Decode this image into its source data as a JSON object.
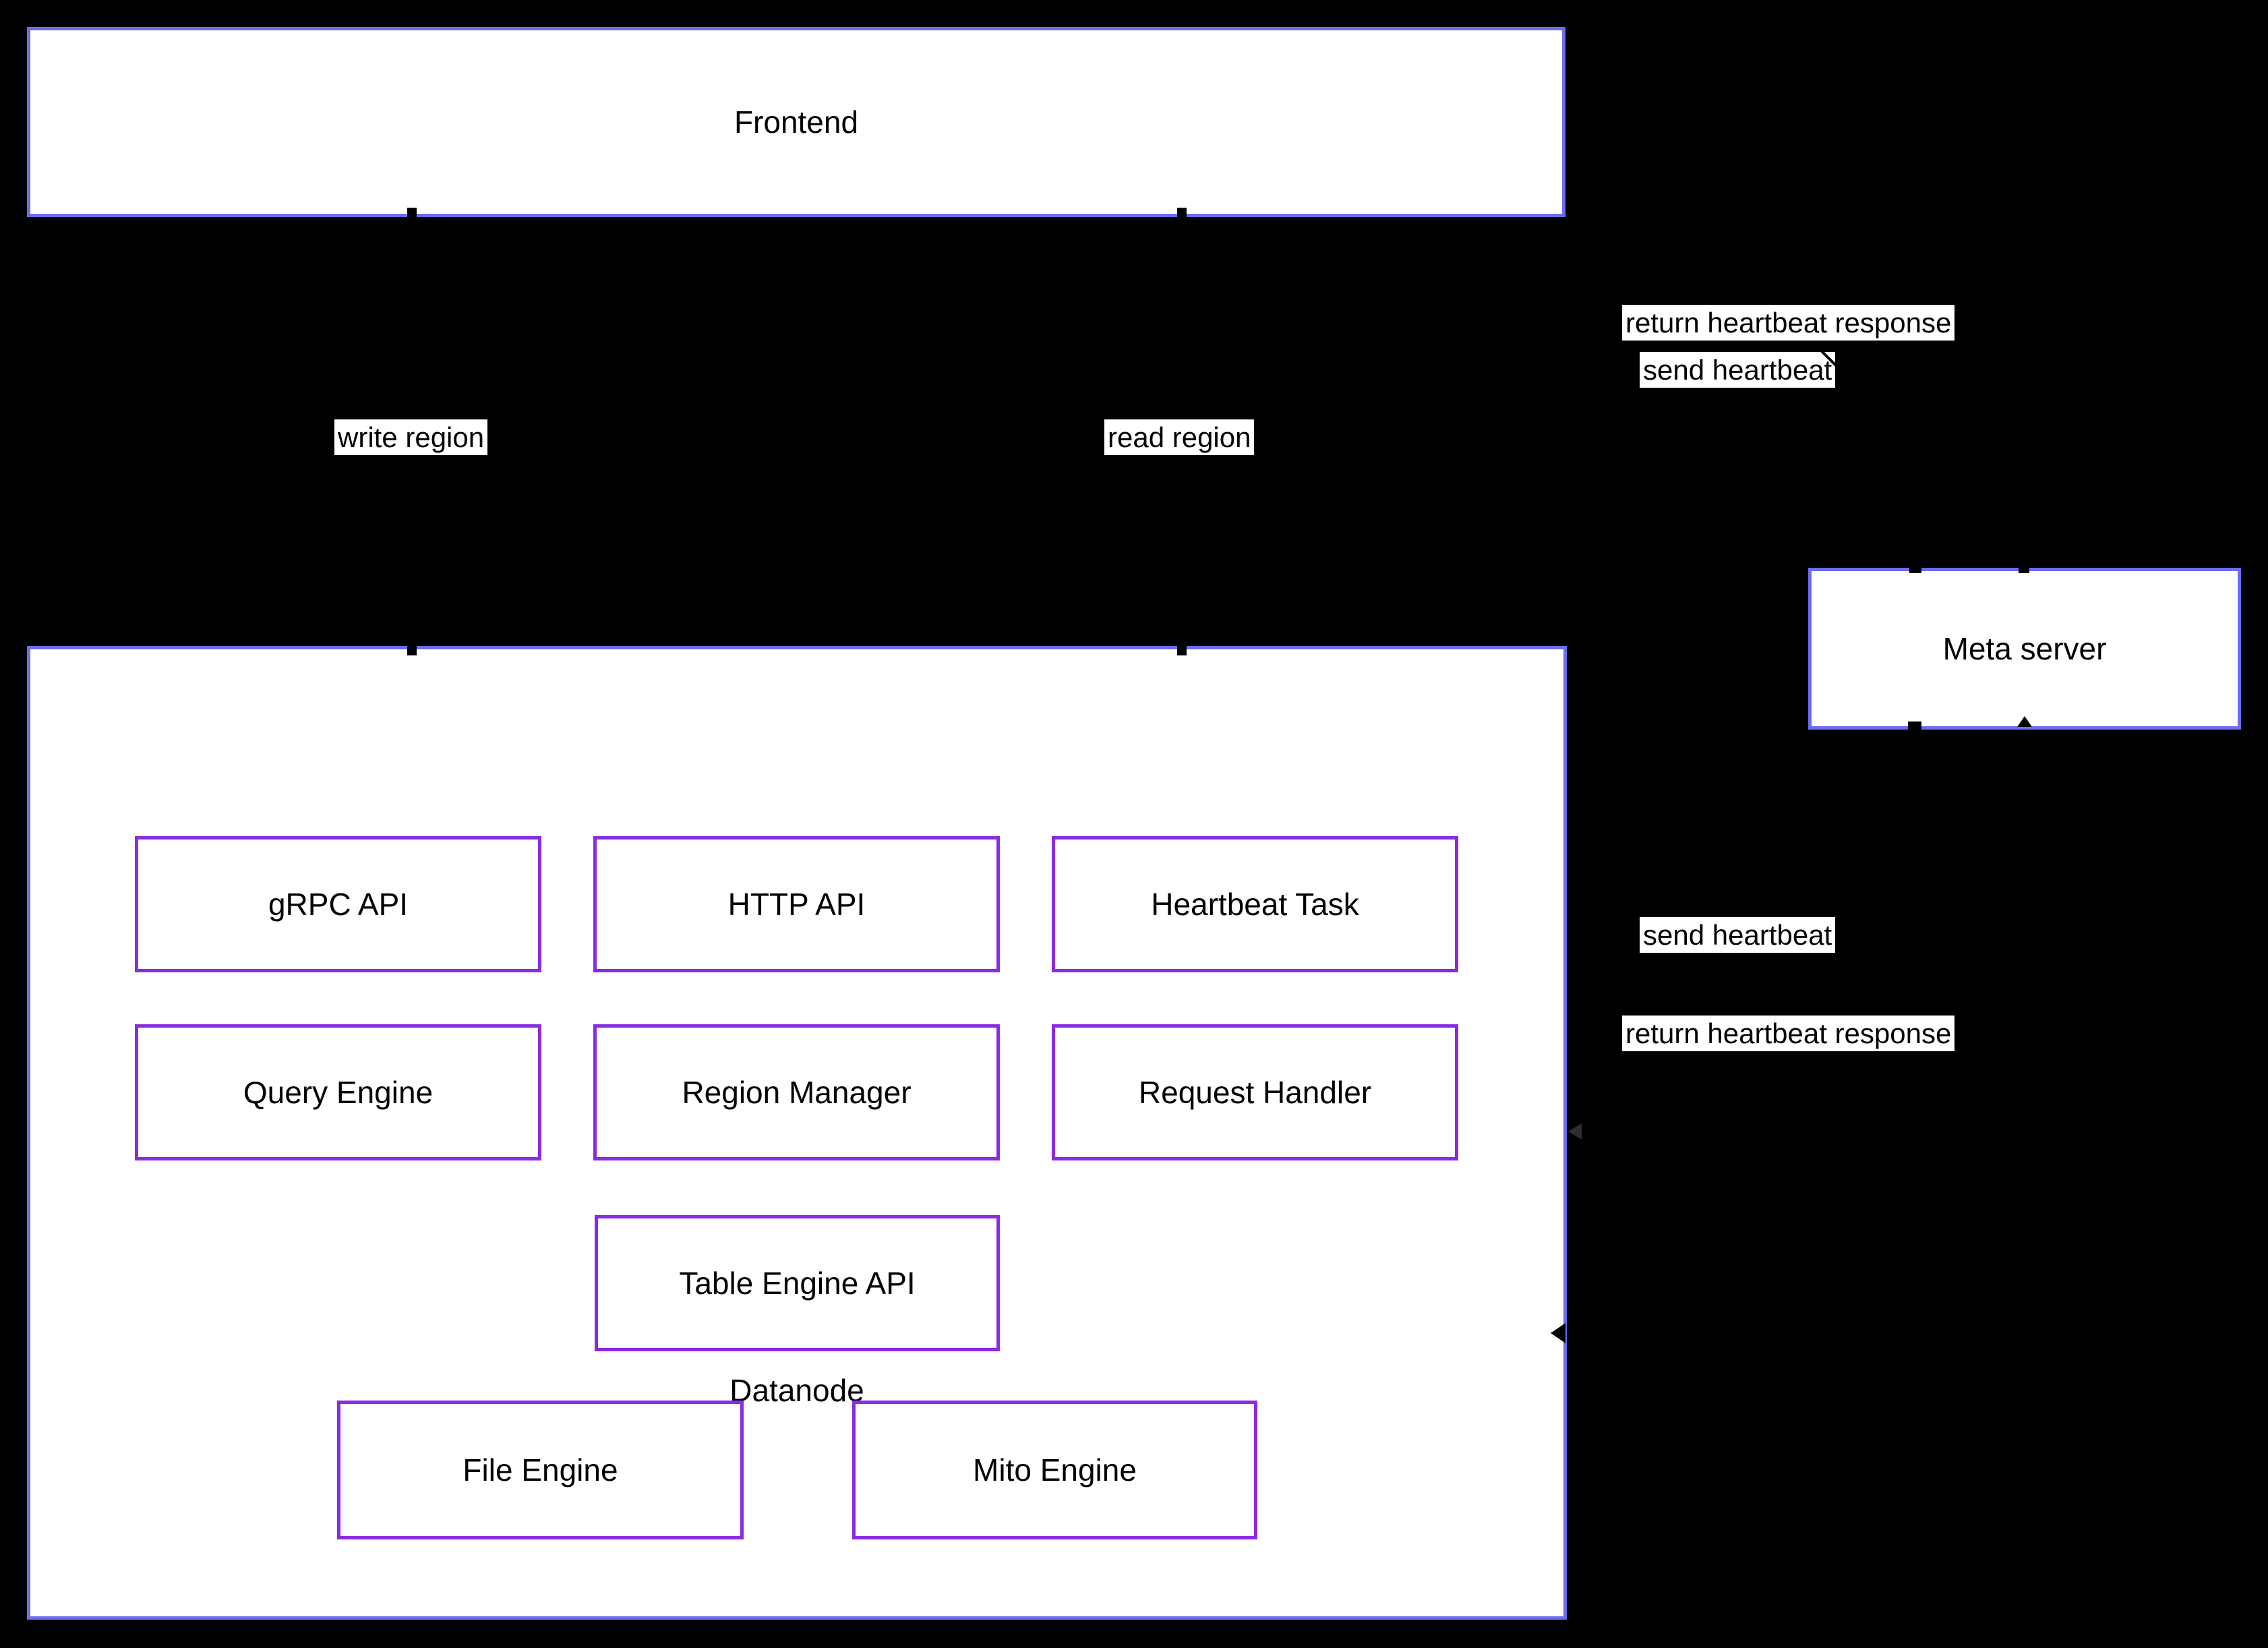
{
  "diagram": {
    "frontend": {
      "label": "Frontend"
    },
    "datanode": {
      "label": "Datanode",
      "components": [
        {
          "id": "grpc-api",
          "label": "gRPC API"
        },
        {
          "id": "http-api",
          "label": "HTTP API"
        },
        {
          "id": "heartbeat-task",
          "label": "Heartbeat Task"
        },
        {
          "id": "query-engine",
          "label": "Query Engine"
        },
        {
          "id": "region-manager",
          "label": "Region Manager"
        },
        {
          "id": "request-handler",
          "label": "Request Handler"
        },
        {
          "id": "table-engine-api",
          "label": "Table Engine API"
        },
        {
          "id": "file-engine",
          "label": "File Engine"
        },
        {
          "id": "mito-engine",
          "label": "Mito Engine"
        }
      ]
    },
    "meta_server": {
      "label": "Meta server"
    },
    "edge_labels": {
      "write_region": "write region",
      "read_region": "read region",
      "send_heartbeat_top": "send heartbeat",
      "return_heartbeat_response_top": "return heartbeat response",
      "send_heartbeat_middle": "send heartbeat",
      "return_heartbeat_response_middle": "return heartbeat response"
    },
    "colors": {
      "background": "#000000",
      "container_border": "#6c6cf0",
      "component_border": "#8a2be2",
      "box_fill": "#ffffff",
      "text": "#000000"
    }
  }
}
